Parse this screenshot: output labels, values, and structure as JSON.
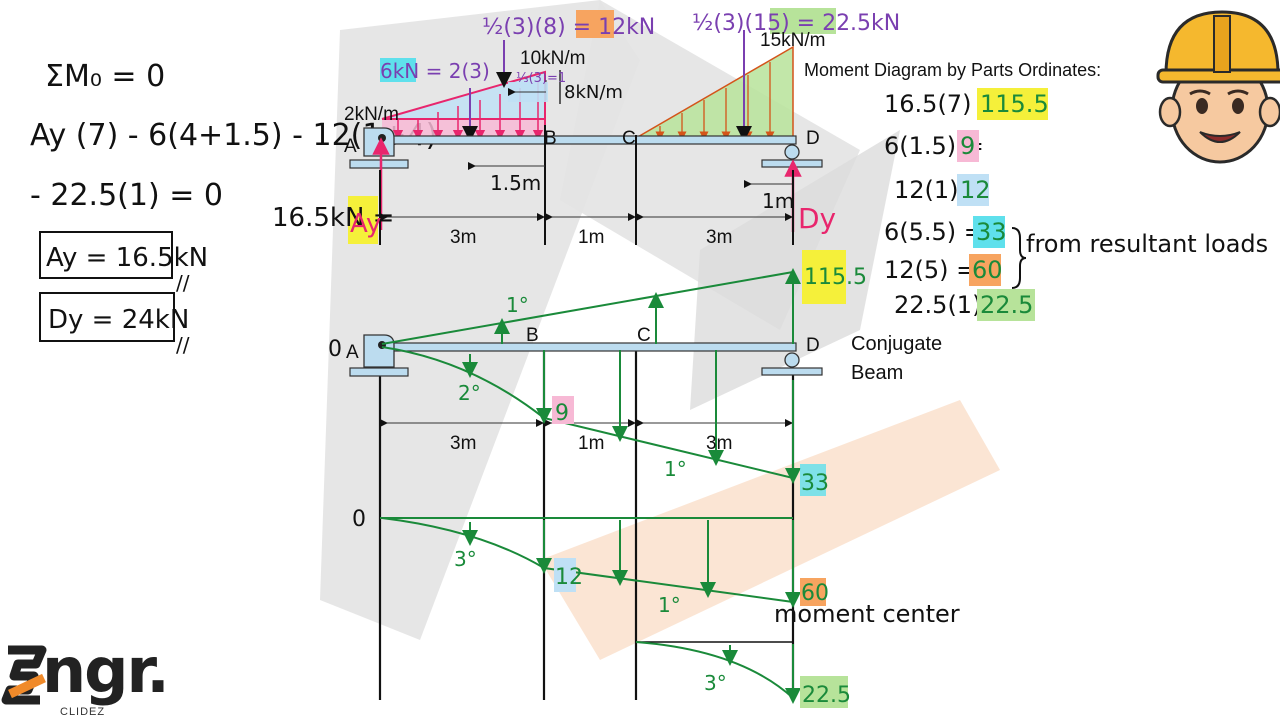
{
  "colors": {
    "green": "#1a8a3a",
    "pink": "#e8266d",
    "purple": "#7a3fb0",
    "beam": "#bcdcef",
    "hl_yellow": "#f5f03a",
    "hl_pink": "#f7b9d5",
    "hl_blue": "#bfe0f5",
    "hl_cyan": "#5fe0ec",
    "hl_orange": "#f7a460",
    "hl_green": "#b7e39a",
    "watermark_gray": "#d9d9d9",
    "watermark_orange": "#fbe0cc"
  },
  "equilibrium": {
    "line1": "ΣM₀ = 0",
    "line2": "Ay (7) - 6(4+1.5) - 12(1+4)",
    "line3": "- 22.5(1) = 0",
    "ay_result": "Ay = 16.5kN",
    "dy_result": "Dy = 24kN",
    "end_mark": "//"
  },
  "loads": {
    "left_resultant_note": "6kN = 2(3)",
    "middle_resultant_note": "½(3)(8) = 12kN",
    "right_resultant_note": "½(3)(15) = 22.5kN",
    "w1": "2kN/m",
    "w2": "10kN/m",
    "w3": "15kN/m",
    "w_diff": "8kN/m",
    "third_note": "⅓(3)=1",
    "dist_15": "1.5m",
    "dist_1": "1m"
  },
  "beam": {
    "labels": [
      "A",
      "B",
      "C",
      "D"
    ],
    "ay_value": "16.5kN =",
    "ay_symbol": "Ay",
    "dy_symbol": "Dy",
    "spans": [
      "3m",
      "1m",
      "3m"
    ]
  },
  "conjugate": {
    "zero": "0",
    "labels": [
      "A",
      "B",
      "C",
      "D"
    ],
    "spans": [
      "3m",
      "1m",
      "3m"
    ],
    "title_line1": "Conjugate",
    "title_line2": "Beam"
  },
  "moment_diagram": {
    "heading": "Moment Diagram by Parts Ordinates:",
    "rows": [
      {
        "expr": "16.5(7) =",
        "value": "115.5",
        "color": "#f5f03a"
      },
      {
        "expr": "6(1.5) =",
        "value": "9",
        "color": "#f7b9d5"
      },
      {
        "expr": "12(1) =",
        "value": "12",
        "color": "#bfe0f5"
      },
      {
        "expr": "6(5.5) =",
        "value": "33",
        "color": "#5fe0ec"
      },
      {
        "expr": "12(5) =",
        "value": "60",
        "color": "#f7a460"
      },
      {
        "expr": "22.5(1) =",
        "value": "22.5",
        "color": "#b7e39a"
      }
    ],
    "brace_note": "from resultant loads",
    "ord_115": "115.5",
    "ord_9": "9",
    "ord_33": "33",
    "ord_12": "12",
    "ord_60": "60",
    "ord_225": "22.5",
    "deg1_a": "1°",
    "deg2": "2°",
    "deg1_b": "1°",
    "deg3_a": "3°",
    "deg1_c": "1°",
    "deg3_b": "3°",
    "zero2": "0",
    "moment_center": "moment center"
  },
  "logo": {
    "main": "ngr.",
    "sub": "CLIDEZ"
  }
}
